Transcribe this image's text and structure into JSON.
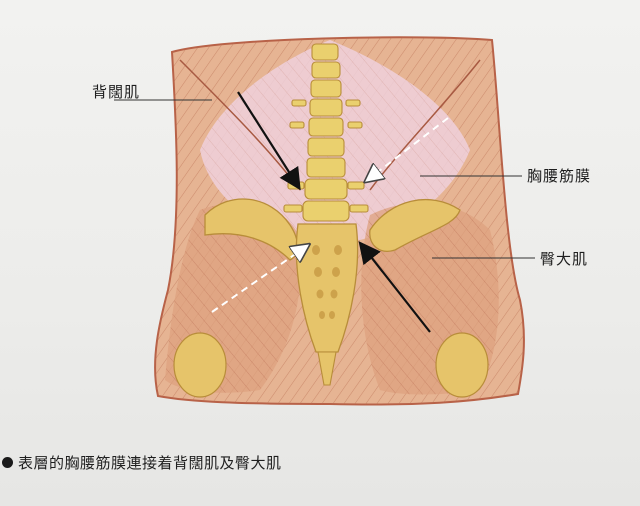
{
  "labels": {
    "latissimus": "背闊肌",
    "thoracolumbar_fascia": "胸腰筋膜",
    "gluteus_maximus": "臀大肌"
  },
  "caption": {
    "bullet_icon": "black-circle-bullet",
    "text": "表層的胸腰筋膜連接着背闊肌及臀大肌"
  },
  "colors": {
    "paper": "#efefed",
    "muscle": "#d39a7a",
    "fascia": "#e8c6d2",
    "bone": "#e2c15e",
    "arrow": "#111111"
  }
}
